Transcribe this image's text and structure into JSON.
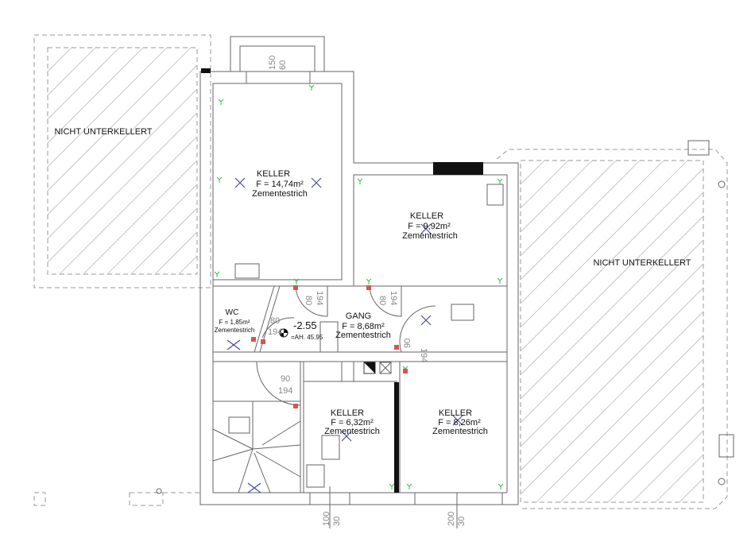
{
  "plan": {
    "unexcavated_left": "NICHT UNTERKELLERT",
    "unexcavated_right": "NICHT UNTERKELLERT",
    "rooms": [
      {
        "name": "KELLER",
        "area": "F = 14,74m²",
        "floor": "Zementestrich"
      },
      {
        "name": "KELLER",
        "area": "F = 9,92m²",
        "floor": "Zementestrich"
      },
      {
        "name": "WC",
        "area": "F = 1,85m²",
        "floor": "Zementestrich"
      },
      {
        "name": "GANG",
        "area": "F = 8,68m²",
        "floor": "Zementestrich"
      },
      {
        "name": "KELLER",
        "area": "F = 6,32m²",
        "floor": "Zementestrich"
      },
      {
        "name": "KELLER",
        "area": "F = 8,26m²",
        "floor": "Zementestrich"
      }
    ],
    "level": "-2.55",
    "absolute_height": "=AH. 45.95",
    "dimensions": {
      "top_window": [
        "150",
        "60"
      ],
      "door_keller1": [
        "80",
        "194"
      ],
      "door_keller2": [
        "80",
        "194"
      ],
      "door_wc": [
        "80",
        "194"
      ],
      "door_gang_right": [
        "90",
        "194"
      ],
      "door_stair": [
        "90",
        "194"
      ],
      "bottom_window_left": [
        "100",
        "30"
      ],
      "bottom_window_right": [
        "200",
        "30"
      ]
    },
    "colors": {
      "wall": "#666666",
      "marker_blue": "#4a4aa8",
      "outlet_green": "#2fbf3f",
      "socket_red": "#d9534f"
    }
  }
}
